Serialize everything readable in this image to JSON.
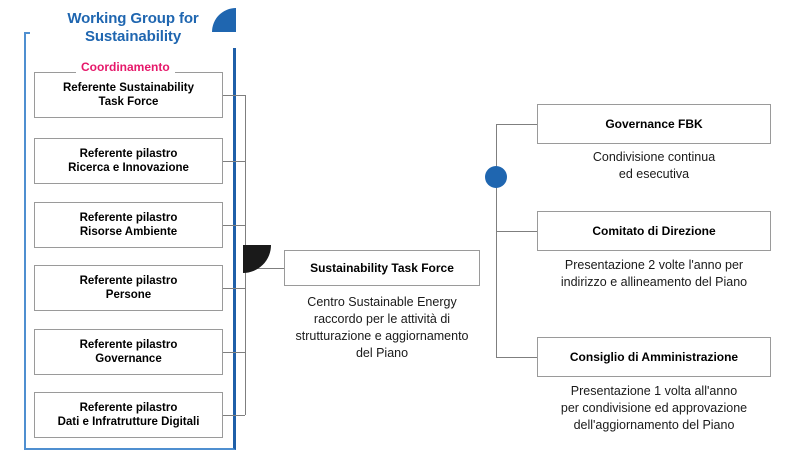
{
  "working_group": {
    "title": "Working Group\nfor Sustainability",
    "legend": "Coordinamento",
    "accent_color": "#1F66B0",
    "legend_color": "#E6186A",
    "border_color": "#4F8FD0",
    "members": [
      {
        "label": "Referente Sustainability\nTask Force"
      },
      {
        "label": "Referente pilastro\nRicerca e Innovazione"
      },
      {
        "label": "Referente pilastro\nRisorse Ambiente"
      },
      {
        "label": "Referente pilastro\nPersone"
      },
      {
        "label": "Referente pilastro\nGovernance"
      },
      {
        "label": "Referente pilastro\nDati e Infratrutture Digitali"
      }
    ]
  },
  "center": {
    "title": "Sustainability Task Force",
    "caption": "Centro Sustainable Energy\nraccordo per le attività di\nstrutturazione e aggiornamento\ndel Piano"
  },
  "governance": {
    "dot_color": "#1F66B0",
    "nodes": [
      {
        "title": "Governance FBK",
        "caption": "Condivisione continua\ned esecutiva"
      },
      {
        "title": "Comitato di Direzione",
        "caption": "Presentazione 2 volte l'anno per\nindirizzo e allineamento del Piano"
      },
      {
        "title": "Consiglio di Amministrazione",
        "caption": "Presentazione 1 volta all'anno\nper condivisione ed approvazione\ndell'aggiornamento del Piano"
      }
    ]
  }
}
